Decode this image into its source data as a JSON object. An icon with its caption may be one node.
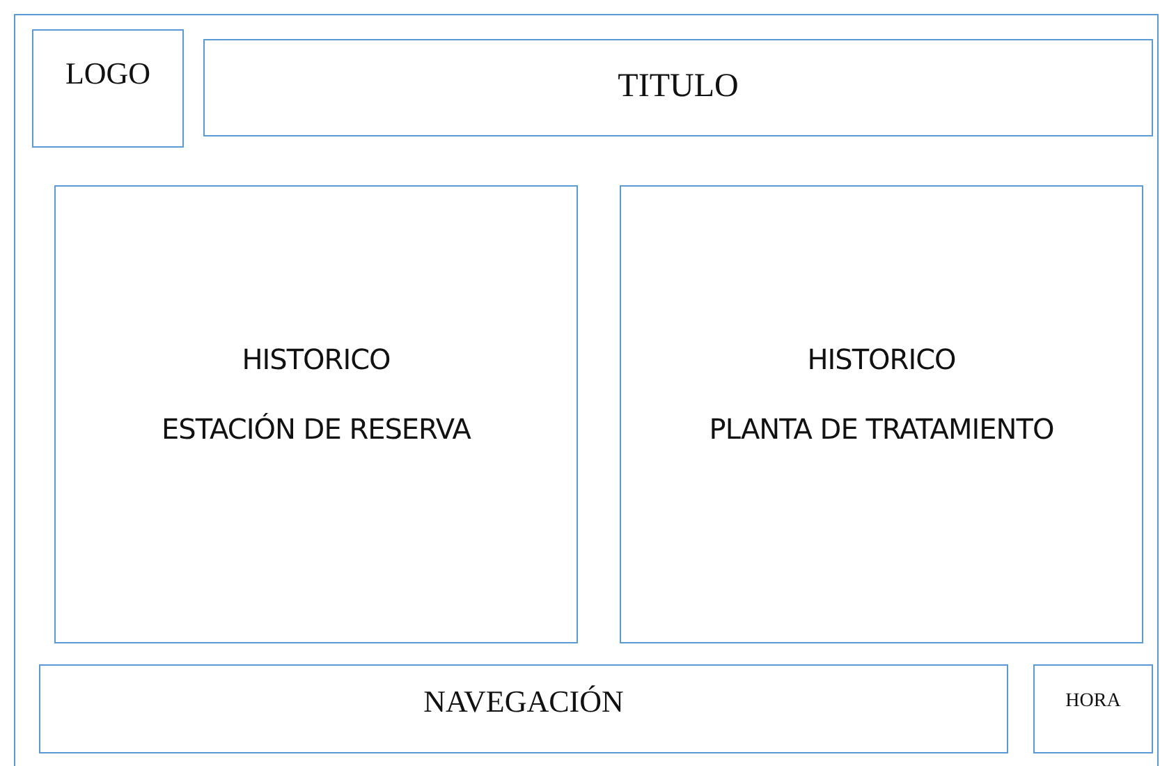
{
  "diagram": {
    "nodes": [
      {
        "text": [],
        "shape": "box"
      },
      {
        "text": [
          "LOGO"
        ],
        "in": 0
      },
      {
        "text": [
          "TITULO"
        ],
        "in": 0
      },
      {
        "text": [
          "HISTORICO",
          "ESTACIÓN DE RESERVA"
        ],
        "in": 0
      },
      {
        "text": [
          "HISTORICO",
          "PLANTA DE TRATAMIENTO"
        ],
        "in": 0
      },
      {
        "text": [
          "NAVEGACIÓN"
        ],
        "in": 0
      },
      {
        "text": [
          "HORA"
        ],
        "in": 0
      }
    ]
  }
}
